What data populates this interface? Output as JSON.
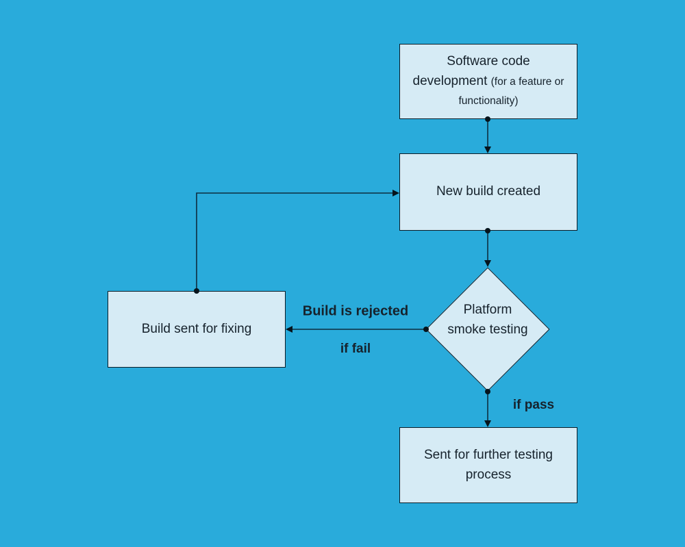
{
  "diagram": {
    "colors": {
      "background": "#29ABDB",
      "node_fill": "#D6EBF5",
      "node_border": "#0A1B26",
      "line": "#0E2C3E",
      "text": "#16222C"
    },
    "nodes": {
      "software_dev": {
        "title": "Software code development",
        "note": "(for a feature or functionality)"
      },
      "new_build": {
        "label": "New build created"
      },
      "smoke_test": {
        "label": "Platform smoke testing"
      },
      "build_fixing": {
        "label": "Build sent for fixing"
      },
      "further_testing": {
        "label": "Sent for further testing process"
      }
    },
    "edge_labels": {
      "build_rejected": "Build is rejected",
      "if_fail": "if fail",
      "if_pass": "if pass"
    }
  }
}
